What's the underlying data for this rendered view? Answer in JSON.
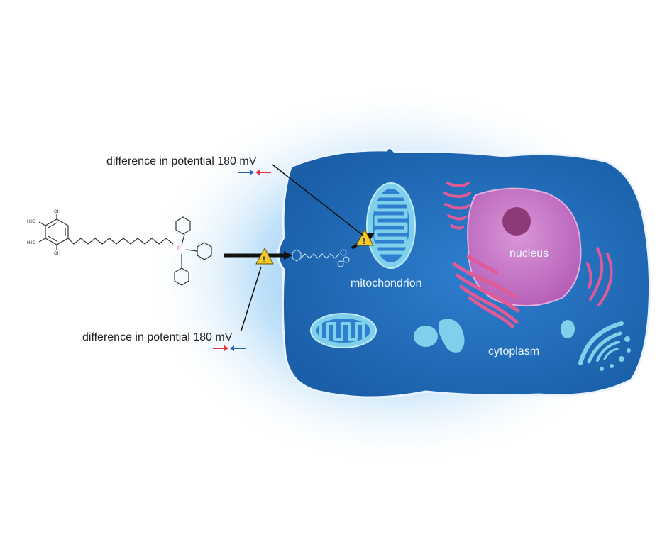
{
  "labels": {
    "potential_top": "difference in potential 180 mV",
    "potential_bottom": "difference in potential 180 mV",
    "mitochondrion": "mitochondrion",
    "nucleus": "nucleus",
    "cytoplasm": "cytoplasm"
  },
  "molecule": {
    "atoms": [
      "OH",
      "H3C",
      "H3C",
      "OH",
      "P"
    ]
  },
  "colors": {
    "cell_dark": "#1a5fa8",
    "cell_mid": "#2f7fd0",
    "glow": "#8ec9f4",
    "organelle_light": "#7fd0ea",
    "er_pink": "#e05a96",
    "nucleus": "#c36fc4",
    "nucleolus": "#8e3a78",
    "warning_yellow": "#f4c92c",
    "arrow_red": "#e4323f",
    "arrow_blue": "#2563b8"
  },
  "icons": [
    "warning-icon",
    "arrow-right-icon",
    "arrow-left-icon"
  ]
}
